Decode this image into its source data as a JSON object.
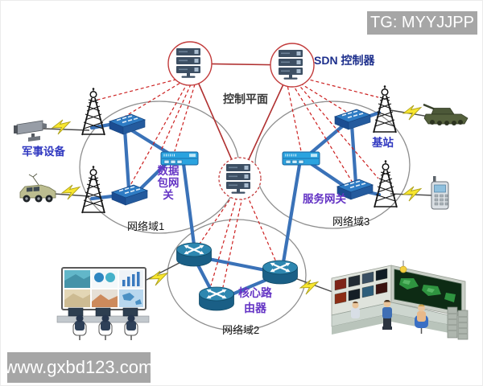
{
  "watermarks": {
    "tg": "TG: MYYJJPP",
    "site": "www.gxbd123.com"
  },
  "labels": {
    "sdn_controller": "SDN 控制器",
    "control_plane": "控制平面",
    "data_gateway": [
      "数据",
      "包网",
      "关"
    ],
    "service_gateway": "服务网关",
    "core_router": [
      "核心路",
      "由器"
    ],
    "base_station": "基站",
    "military_equipment": "军事设备",
    "domain1": "网络域1",
    "domain2": "网络域2",
    "domain3": "网络域3"
  },
  "icons": {
    "server-icon": "sdn controller server stack",
    "switch-icon": "isometric network switch",
    "gateway-icon": "rack-style gateway",
    "router-icon": "core router cylinder with crossed arrows",
    "tower-icon": "lattice radio tower / base station",
    "lightning-bolt-icon": "wireless link bolt",
    "camera-icon": "surveillance camera",
    "jeep-icon": "military comms vehicle",
    "tank-icon": "battle tank",
    "radio-icon": "handheld military radio",
    "control-room-icon": "operations control room"
  },
  "colors": {
    "link_blue": "#3a72b8",
    "control_plane_red": "#b03030",
    "control_dashed_red": "#cc2020",
    "domain_outline_gray": "#8f8f8f",
    "label_purple": "#6535c5",
    "label_blue": "#3038c0",
    "sdn_label_navy": "#1d2f8c",
    "watermark_gray": "#a6a6a6",
    "switch_blue": "#2f7cc4",
    "gateway_cyan": "#2ba3df",
    "router_teal": "#1a5f86",
    "bolt_yellow": "#f8e62e",
    "background": "#ffffff"
  }
}
